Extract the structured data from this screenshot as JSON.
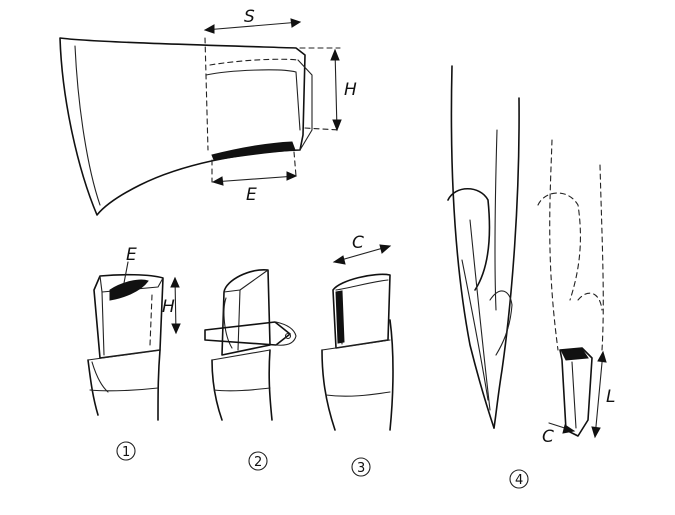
{
  "labels": {
    "s": "S",
    "h_top": "H",
    "e_top": "E",
    "e_small": "E",
    "h_small": "H",
    "c_top": "C",
    "l": "L",
    "c_bottom": "C"
  },
  "steps": [
    "1",
    "2",
    "3",
    "4"
  ]
}
